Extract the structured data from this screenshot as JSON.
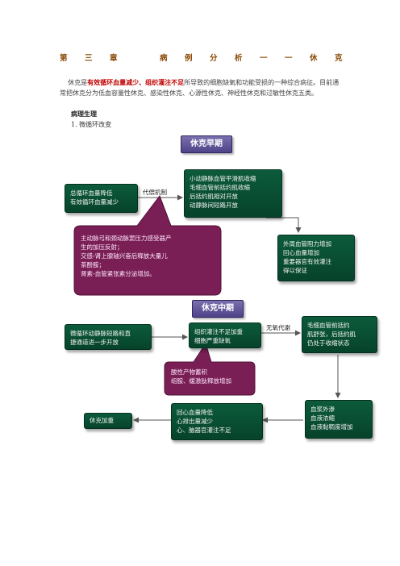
{
  "title_chars": [
    "第",
    "三",
    "章",
    "病",
    "例",
    "分",
    "析",
    "一",
    "一",
    "休",
    "克"
  ],
  "intro": {
    "pre": "休克是",
    "highlight": "有效循环血量减少、组织灌注不足",
    "post": "所导致的细胞缺氧和功能受损的一种综合病征。目前通常把休克分为低血容量性休克、感染性休克、心源性休克、神经性休克和过敏性休克五类。"
  },
  "section_heading": "病理生理",
  "subsection": "1. 微循环改变",
  "stage_early": "休克早期",
  "stage_mid": "休克中期",
  "boxes": {
    "blood_volume": [
      "总循环血量降低",
      "有效循环血量减少"
    ],
    "constrict": [
      "小动静脉血管平滑肌收缩",
      "毛细血管前括约肌收缩",
      "后括约肌相对开放",
      "动静脉间短路开放"
    ],
    "resist": [
      "外周血管阻力增加",
      "回心血量增加",
      "重要器官有效灌注",
      "得以保证"
    ],
    "arterial_open": [
      "微循环动静脉短路和直",
      "捷通道进一步开放"
    ],
    "tissue": [
      "组织灌注不足加重",
      "细胞严重缺氧"
    ],
    "sphincter": [
      "毛细血管前括约",
      "肌舒张，后括约肌",
      "仍处于收缩状态"
    ],
    "plasma": [
      "血浆外渗",
      "血液浓缩",
      "血液黏稠度增加"
    ],
    "return": [
      "回心血量降低",
      "心排出量减少",
      "心、脑器官灌注不足"
    ],
    "shock_worse": [
      "休克加重"
    ]
  },
  "purple_early": [
    "主动脉弓和颈动脉窦压力感受器产",
    "生的加压反射；",
    "交感-肾上腺轴兴奋后释放大量儿",
    "茶酚胺；",
    "肾素-血管紧张素分泌增加。"
  ],
  "purple_mid": [
    "酸性产物蓄积",
    "组胺、缓激肽释放增加"
  ],
  "label_compensate": "代偿机制",
  "label_anaerobic": "无氧代谢"
}
